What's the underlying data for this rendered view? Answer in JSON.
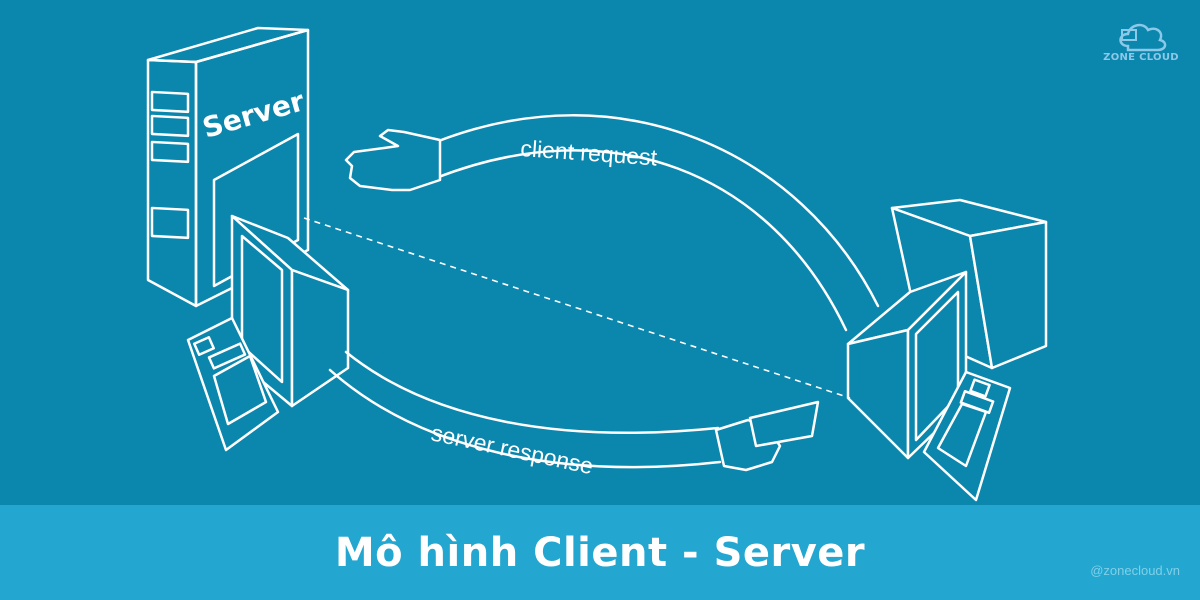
{
  "colors": {
    "background": "#0b86ad",
    "footer": "#23a6d0",
    "line": "#ffffff",
    "logo": "#8cc8e8"
  },
  "diagram": {
    "server_label": "Server",
    "request_label": "client request",
    "response_label": "server response"
  },
  "logo": {
    "text": "ZONE CLOUD"
  },
  "footer": {
    "title": "Mô hình Client - Server",
    "handle": "@zonecloud.vn"
  }
}
